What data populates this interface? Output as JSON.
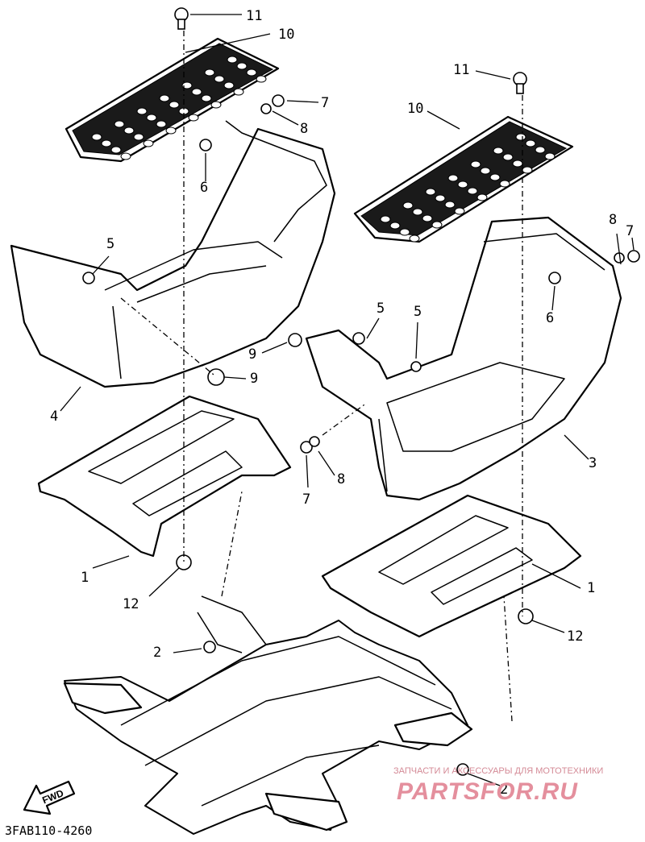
{
  "diagram_code": "3FAB110-4260",
  "direction_label": "FWD",
  "watermark": {
    "line1": "ЗАПЧАСТИ И АКСЕССУАРЫ ДЛЯ МОТОТЕХНИКИ",
    "line2": "PARTSFOR.RU"
  },
  "callouts": [
    "1",
    "1",
    "2",
    "2",
    "3",
    "4",
    "5",
    "5",
    "5",
    "6",
    "6",
    "7",
    "7",
    "7",
    "8",
    "8",
    "8",
    "9",
    "9",
    "10",
    "10",
    "11",
    "11",
    "12",
    "12"
  ],
  "colors": {
    "ink": "#000000",
    "paper": "#ffffff",
    "watermark": "#e48f9d"
  }
}
